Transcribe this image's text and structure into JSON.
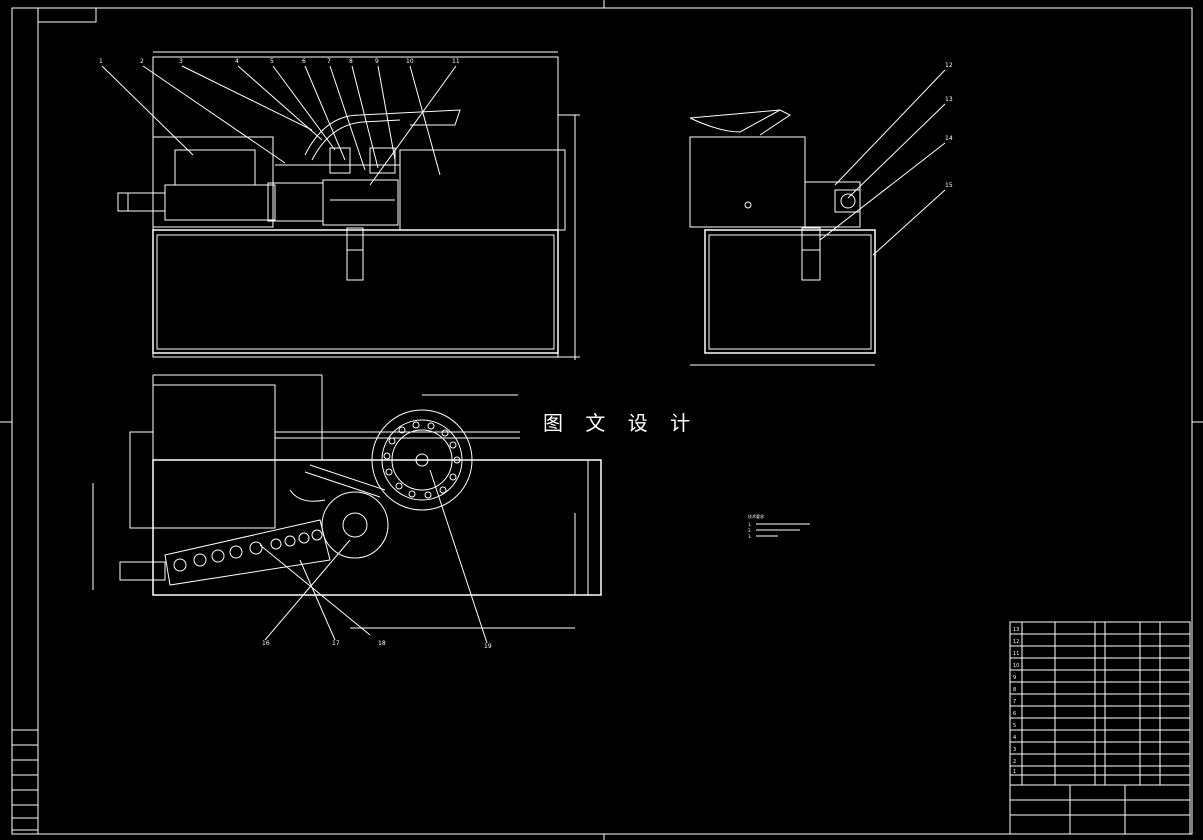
{
  "watermark": "图 文 设 计",
  "front_view_callouts": [
    "1",
    "2",
    "3",
    "4",
    "5",
    "6",
    "7",
    "8",
    "9",
    "10",
    "11"
  ],
  "side_view_callouts": [
    "12",
    "13",
    "14",
    "15"
  ],
  "plan_view_callouts": [
    "16",
    "17",
    "18",
    "19"
  ],
  "notes": [
    "技术要求",
    "1.",
    "2.",
    "3."
  ],
  "bom_rows": [
    "13",
    "12",
    "11",
    "10",
    "9",
    "8",
    "7",
    "6",
    "5",
    "4",
    "3",
    "2",
    "1"
  ]
}
